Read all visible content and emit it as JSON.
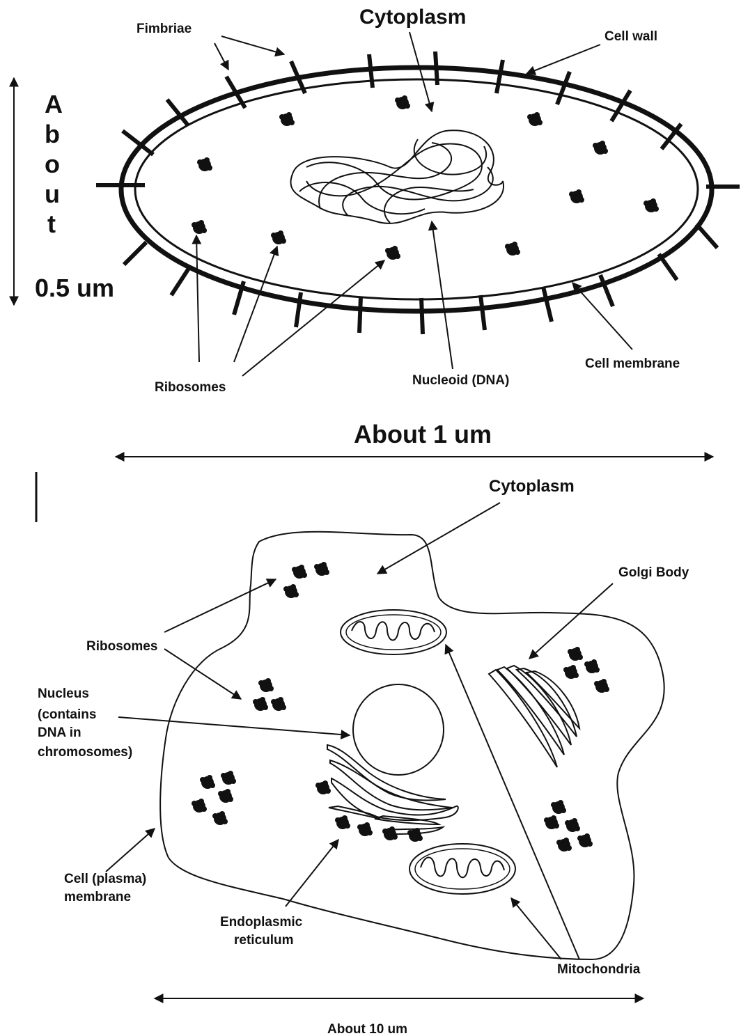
{
  "prokaryote": {
    "fimbriae": "Fimbriae",
    "cytoplasm": "Cytoplasm",
    "cell_wall": "Cell wall",
    "ribosomes": "Ribosomes",
    "nucleoid": "Nucleoid (DNA)",
    "cell_membrane": "Cell membrane",
    "height_letters": [
      "A",
      "b",
      "o",
      "u",
      "t"
    ],
    "height_value": "0.5 um",
    "width_label": "About 1 um"
  },
  "eukaryote": {
    "cytoplasm": "Cytoplasm",
    "golgi": "Golgi Body",
    "ribosomes": "Ribosomes",
    "nucleus_lines": [
      "Nucleus",
      "(contains",
      "DNA in",
      "chromosomes)"
    ],
    "membrane_lines": [
      "Cell (plasma)",
      "membrane"
    ],
    "er_lines": [
      "Endoplasmic",
      "reticulum"
    ],
    "mitochondria": "Mitochondria",
    "width_label": "About 10 um"
  }
}
